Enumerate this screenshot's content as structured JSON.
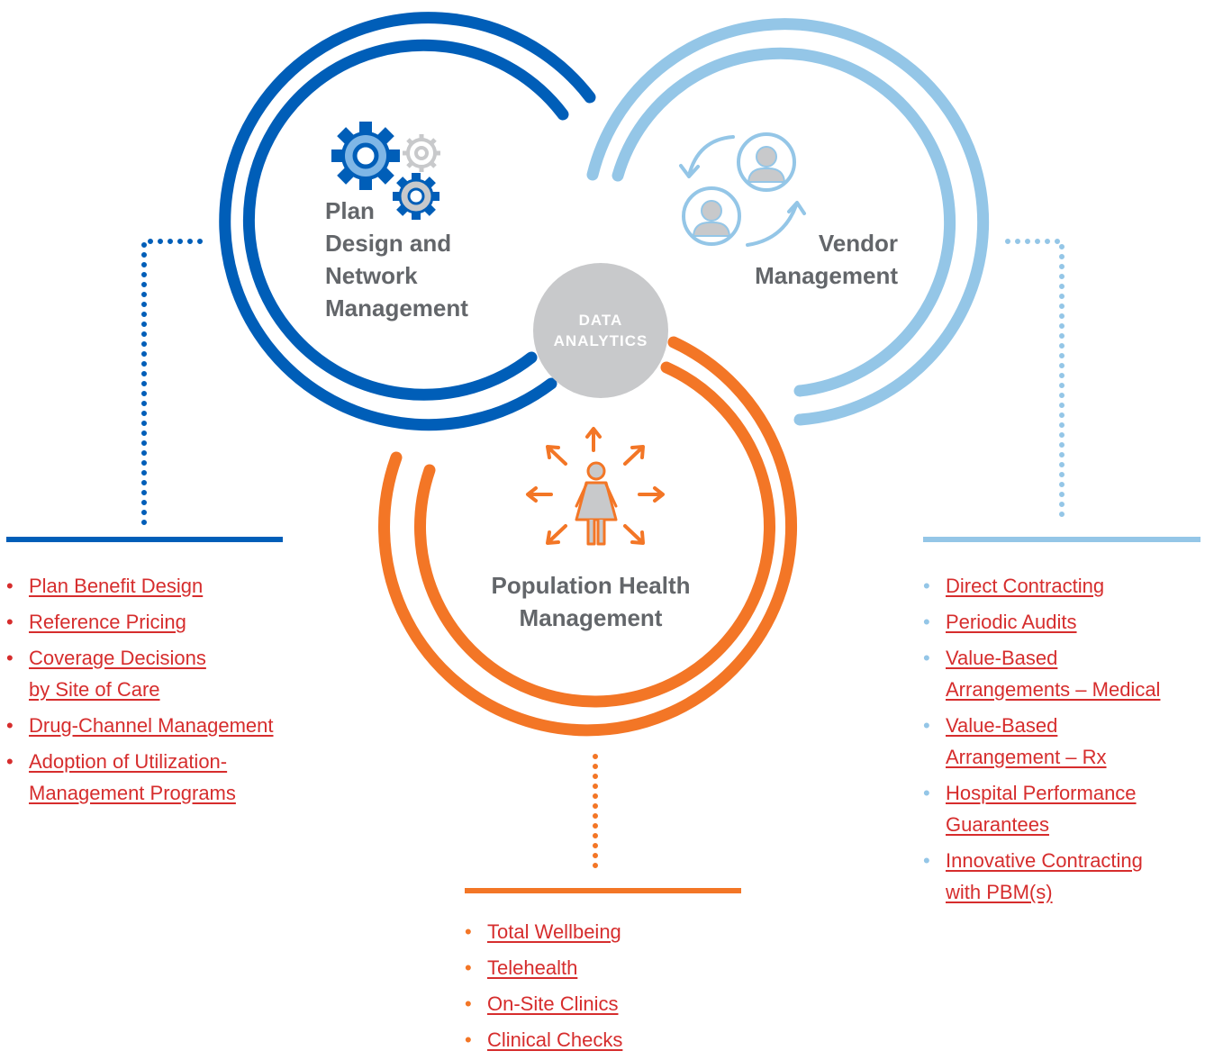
{
  "colors": {
    "dark_blue": "#005eb8",
    "light_blue": "#94c6e7",
    "orange": "#f37626",
    "gray_center": "#c8c9cb",
    "text_gray": "#63666a",
    "link_red": "#d62d2d"
  },
  "center": {
    "label": "DATA\nANALYTICS"
  },
  "plan_design": {
    "title": "Plan\nDesign and\nNetwork\nManagement",
    "icon": "gears-icon",
    "items": [
      "Plan Benefit Design",
      "Reference Pricing",
      "Coverage Decisions\nby Site of Care",
      "Drug-Channel Management",
      "Adoption of Utilization-\nManagement Programs"
    ]
  },
  "vendor": {
    "title": "Vendor\nManagement",
    "icon": "people-exchange-icon",
    "items": [
      "Direct Contracting",
      "Periodic Audits",
      "Value-Based \nArrangements – Medical",
      "Value-Based \nArrangement – Rx",
      "Hospital Performance\nGuarantees",
      "Innovative Contracting\nwith PBM(s)"
    ]
  },
  "population_health": {
    "title": "Population Health\nManagement",
    "icon": "person-arrows-icon",
    "items": [
      "Total Wellbeing",
      "Telehealth",
      "On-Site Clinics",
      "Clinical Checks"
    ]
  }
}
